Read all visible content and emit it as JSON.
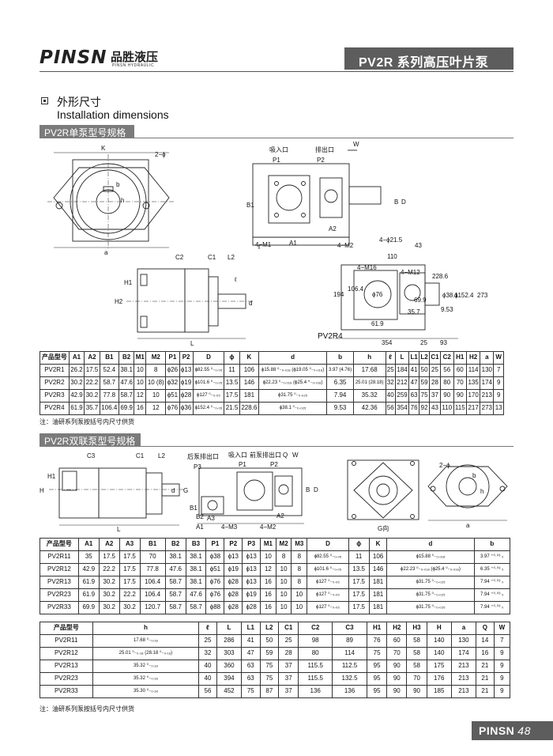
{
  "header": {
    "logo": "PINSN",
    "logo_cn": "品胜液压",
    "logo_en": "PINSN HYDRAULIC",
    "series_title": "PV2R 系列高压叶片泵"
  },
  "section": {
    "title_cn": "外形尺寸",
    "title_en": "Installation dimensions"
  },
  "single_pump": {
    "tab": "PV2R单泵型号规格",
    "drawing_labels": {
      "K": "K",
      "two_phi": "2−ϕ",
      "b": "b",
      "h": "h",
      "a": "a",
      "suction": "吸入口",
      "discharge": "排出口",
      "W": "W",
      "P1": "P1",
      "P2": "P2",
      "B1": "B1",
      "B": "B",
      "D": "D",
      "A1": "A1",
      "A2": "A2",
      "four_M1": "4−M1",
      "four_M2": "4−M2",
      "C2": "C2",
      "C1": "C1",
      "L2": "L2",
      "H1": "H1",
      "H2": "H2",
      "l": "ℓ",
      "d": "d",
      "L": "L",
      "pv2r4_tag": "PV2R4",
      "pv2r4_dims": [
        "4−ϕ21.5",
        "43",
        "110",
        "4−M16",
        "4−M12",
        "ϕ76",
        "106.4",
        "228.6",
        "194",
        "61.9",
        "35.7",
        "69.9",
        "ϕ38.1",
        "ϕ152.4",
        "9.53",
        "273",
        "354",
        "25",
        "93"
      ]
    },
    "table": {
      "headers": [
        "产品型号",
        "A1",
        "A2",
        "B1",
        "B2",
        "M1",
        "M2",
        "P1",
        "P2",
        "D",
        "ϕ",
        "K",
        "d",
        "b",
        "h",
        "ℓ",
        "L",
        "L1",
        "L2",
        "C1",
        "C2",
        "H1",
        "H2",
        "a",
        "W"
      ],
      "b_note": "(+0 −0)",
      "h_note": "(+0 −0.1)",
      "rows": [
        [
          "PV2R1",
          "26.2",
          "17.5",
          "52.4",
          "38.1",
          "10",
          "8",
          "ϕ26",
          "ϕ13",
          "ϕ82.55 ⁰₋₀.₀₅",
          "11",
          "106",
          "ϕ15.88 ⁰₋₀.₀₁₈ (ϕ19.05 ⁰₋₀.₀₁₈)",
          "3.97 (4.76)",
          "17.68",
          "25",
          "184",
          "41",
          "50",
          "25",
          "56",
          "60",
          "114",
          "130",
          "7"
        ],
        [
          "PV2R2",
          "30.2",
          "22.2",
          "58.7",
          "47.6",
          "10",
          "10 (8)",
          "ϕ32",
          "ϕ19",
          "ϕ101.6 ⁰₋₀.₀₅",
          "13.5",
          "146",
          "ϕ22.23 ⁰₋₀.₀₁₈ (ϕ25.4 ⁰₋₀.₀₁₈)",
          "6.35",
          "25.01 (28.18)",
          "32",
          "212",
          "47",
          "59",
          "28",
          "80",
          "70",
          "135",
          "174",
          "9"
        ],
        [
          "PV2R3",
          "42.9",
          "30.2",
          "77.8",
          "58.7",
          "12",
          "10",
          "ϕ51",
          "ϕ28",
          "ϕ127 ⁰₋₀.₀₅",
          "17.5",
          "181",
          "ϕ31.75 ⁰₋₀.₀₂₅",
          "7.94",
          "35.32",
          "40",
          "259",
          "63",
          "75",
          "37",
          "90",
          "90",
          "170",
          "213",
          "9"
        ],
        [
          "PV2R4",
          "61.9",
          "35.7",
          "106.4",
          "69.9",
          "16",
          "12",
          "ϕ76",
          "ϕ36",
          "ϕ152.4 ⁰₋₀.₀₅",
          "21.5",
          "228.6",
          "ϕ38.1 ⁰₋₀.₀₂₅",
          "9.53",
          "42.36",
          "56",
          "354",
          "76",
          "92",
          "43",
          "110",
          "115",
          "217",
          "273",
          "13"
        ]
      ]
    },
    "note": "注：油研系列泵按括号内尺寸供货"
  },
  "double_pump": {
    "tab": "PV2R双联泵型号规格",
    "drawing_labels": {
      "C3": "C3",
      "C1": "C1",
      "L2": "L2",
      "H": "H",
      "H1": "H1",
      "L": "L",
      "rear_discharge": "后泵排出口",
      "suction": "吸入口",
      "front_discharge": "前泵排出口",
      "Q": "Q",
      "W": "W",
      "P1": "P1",
      "P2": "P2",
      "P3": "P3",
      "A1": "A1",
      "A2": "A2",
      "A3": "A3",
      "B1": "B1",
      "B2": "B2",
      "B": "B",
      "D": "D",
      "four_M1": "4−M1",
      "four_M2": "4−M2",
      "four_M3": "4−M3",
      "d": "d",
      "G": "G",
      "G_view": "G向",
      "two_phi": "2−ϕ",
      "a": "a",
      "b": "b",
      "h": "h"
    },
    "table1": {
      "headers": [
        "产品型号",
        "A1",
        "A2",
        "A3",
        "B1",
        "B2",
        "B3",
        "P1",
        "P2",
        "P3",
        "M1",
        "M2",
        "M3",
        "D",
        "ϕ",
        "K",
        "d",
        "b"
      ],
      "rows": [
        [
          "PV2R11",
          "35",
          "17.5",
          "17.5",
          "70",
          "38.1",
          "38.1",
          "ϕ38",
          "ϕ13",
          "ϕ13",
          "10",
          "8",
          "8",
          "ϕ82.55 ⁰₋₀.₀₅",
          "11",
          "106",
          "ϕ15.88 ⁰₋₀.₀₁₈",
          "3.97 ⁺⁰·⁰³ ₀"
        ],
        [
          "PV2R12",
          "42.9",
          "22.2",
          "17.5",
          "77.8",
          "47.6",
          "38.1",
          "ϕ51",
          "ϕ19",
          "ϕ13",
          "12",
          "10",
          "8",
          "ϕ101.6 ⁰₋₀.₀₅",
          "13.5",
          "146",
          "ϕ22.23 ⁰₋₀.₀₁₈ (ϕ25.4 ⁰₋₀.₀₁₈)",
          "6.35 ⁺⁰·⁰³ ₀"
        ],
        [
          "PV2R13",
          "61.9",
          "30.2",
          "17.5",
          "106.4",
          "58.7",
          "38.1",
          "ϕ76",
          "ϕ28",
          "ϕ13",
          "16",
          "10",
          "8",
          "ϕ127 ⁰₋₀.₀₅",
          "17.5",
          "181",
          "ϕ31.75 ⁰₋₀.₀₂₅",
          "7.94 ⁺⁰·⁰³ ₀"
        ],
        [
          "PV2R23",
          "61.9",
          "30.2",
          "22.2",
          "106.4",
          "58.7",
          "47.6",
          "ϕ76",
          "ϕ28",
          "ϕ19",
          "16",
          "10",
          "10",
          "ϕ127 ⁰₋₀.₀₅",
          "17.5",
          "181",
          "ϕ31.75 ⁰₋₀.₀₂₅",
          "7.94 ⁺⁰·⁰³ ₀"
        ],
        [
          "PV2R33",
          "69.9",
          "30.2",
          "30.2",
          "120.7",
          "58.7",
          "58.7",
          "ϕ88",
          "ϕ28",
          "ϕ28",
          "16",
          "10",
          "10",
          "ϕ127 ⁰₋₀.₀₅",
          "17.5",
          "181",
          "ϕ31.75 ⁰₋₀.₀₂₅",
          "7.94 ⁺⁰·⁰³ ₀"
        ]
      ]
    },
    "table2": {
      "headers": [
        "产品型号",
        "h",
        "ℓ",
        "L",
        "L1",
        "L2",
        "C1",
        "C2",
        "C3",
        "H1",
        "H2",
        "H3",
        "H",
        "a",
        "Q",
        "W"
      ],
      "rows": [
        [
          "PV2R11",
          "17.68 ⁰₋₀.₁₈",
          "25",
          "286",
          "41",
          "50",
          "25",
          "98",
          "89",
          "76",
          "60",
          "58",
          "140",
          "130",
          "14",
          "7"
        ],
        [
          "PV2R12",
          "25.01 ⁰₋₀.₁₈ (28.18 ⁰₋₀.₁₈)",
          "32",
          "303",
          "47",
          "59",
          "28",
          "80",
          "114",
          "75",
          "70",
          "58",
          "140",
          "174",
          "16",
          "9"
        ],
        [
          "PV2R13",
          "35.32 ⁰₋₀.₁₈",
          "40",
          "360",
          "63",
          "75",
          "37",
          "115.5",
          "112.5",
          "95",
          "90",
          "58",
          "175",
          "213",
          "21",
          "9"
        ],
        [
          "PV2R23",
          "35.32 ⁰₋₀.₁₈",
          "40",
          "394",
          "63",
          "75",
          "37",
          "115.5",
          "132.5",
          "95",
          "90",
          "70",
          "176",
          "213",
          "21",
          "9"
        ],
        [
          "PV2R33",
          "35.30 ⁰₋₀.₁₈",
          "56",
          "452",
          "75",
          "87",
          "37",
          "136",
          "136",
          "95",
          "90",
          "90",
          "185",
          "213",
          "21",
          "9"
        ]
      ]
    },
    "note": "注：油研系列泵按括号内尺寸供货"
  },
  "footer": {
    "brand": "PINSN",
    "page": "48"
  }
}
